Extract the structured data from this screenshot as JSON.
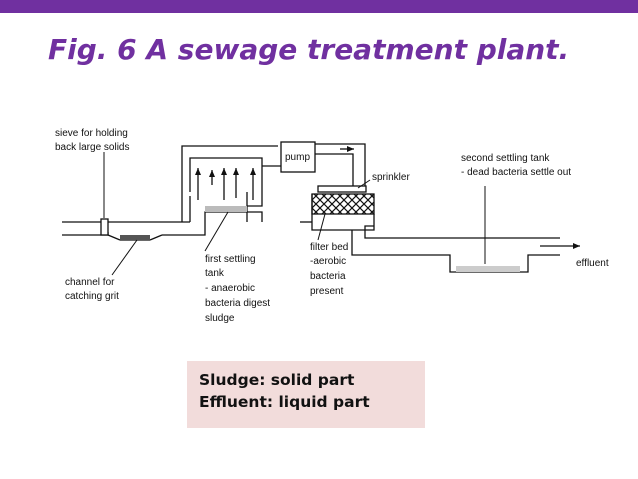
{
  "slide": {
    "title": "Fig. 6 A sewage treatment plant.",
    "accent_color": "#7030a0"
  },
  "diagram": {
    "labels": {
      "sieve_line1": "sieve for holding",
      "sieve_line2": "back large solids",
      "channel_line1": "channel for",
      "channel_line2": "catching grit",
      "first_tank_line1": "first settling",
      "first_tank_line2": "tank",
      "first_tank_line3": "- anaerobic",
      "first_tank_line4": "bacteria digest",
      "first_tank_line5": "sludge",
      "pump": "pump",
      "sprinkler": "sprinkler",
      "filter_line1": "filter bed",
      "filter_line2": "-aerobic",
      "filter_line3": "bacteria",
      "filter_line4": "present",
      "second_tank_line1": "second settling tank",
      "second_tank_line2": "- dead bacteria settle out",
      "effluent": "effluent"
    }
  },
  "note": {
    "line1": "Sludge: solid part",
    "line2": "Effluent: liquid part",
    "background": "#f2dcdb"
  }
}
